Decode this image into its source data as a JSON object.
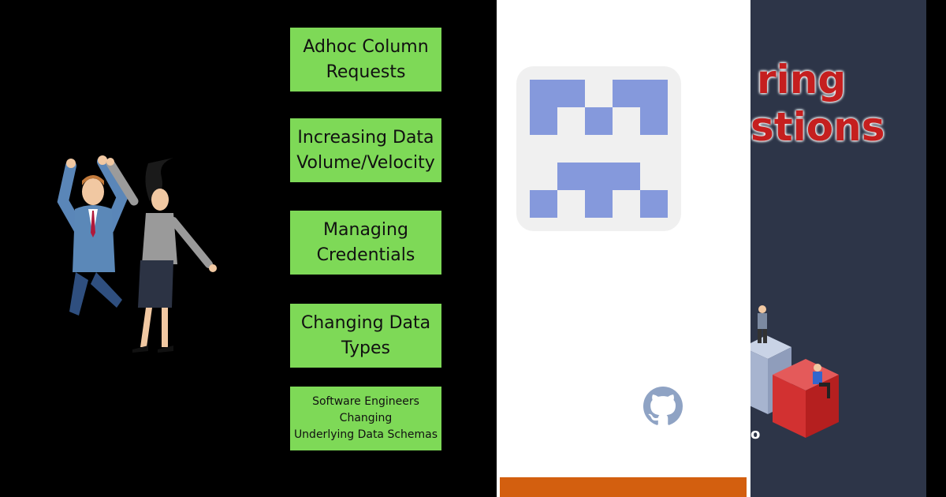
{
  "left_panel": {
    "items": [
      "Adhoc Column\nRequests",
      "Increasing Data\nVolume/Velocity",
      "Managing\nCredentials",
      "Changing Data\nTypes",
      "Software Engineers\nChanging\nUnderlying Data Schemas"
    ]
  },
  "right_panel": {
    "title_line1": "ring",
    "title_line2": "stions",
    "footer_fragment": "o"
  },
  "colors": {
    "green": "#7ed957",
    "navy": "#2d3548",
    "orange": "#d35f0f",
    "logo_blue": "#8599dc",
    "title_red": "#c51f1f"
  },
  "icons": {
    "celebration": "celebrating-people-illustration",
    "logo": "blocky-m-logo-icon",
    "github": "github-icon",
    "cubes": "isometric-cubes-people-illustration"
  }
}
